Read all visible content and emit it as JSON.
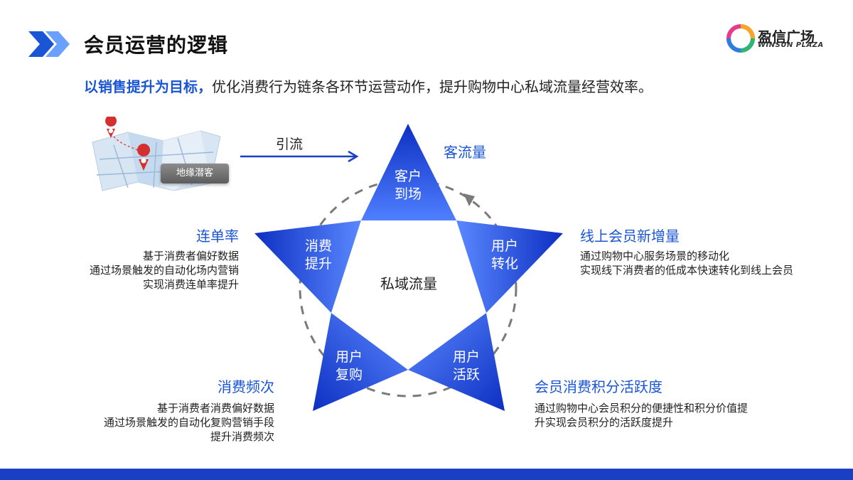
{
  "header": {
    "title": "会员运营的逻辑",
    "subtitle_highlight": "以销售提升为目标，",
    "subtitle_rest": "优化消费行为链条各环节运营动作，提升购物中心私域流量经营效率。"
  },
  "logo": {
    "name": "盈信广场",
    "sub": "WINSUN PLAZA"
  },
  "map": {
    "tag": "地缘潜客"
  },
  "arrow": {
    "label": "引流"
  },
  "center": {
    "label": "私域流量"
  },
  "nodes": {
    "top": {
      "line1": "客户",
      "line2": "到场"
    },
    "right": {
      "line1": "用户",
      "line2": "转化"
    },
    "bottom_right": {
      "line1": "用户",
      "line2": "活跃"
    },
    "bottom_left": {
      "line1": "用户",
      "line2": "复购"
    },
    "left": {
      "line1": "消费",
      "line2": "提升"
    }
  },
  "metrics": {
    "traffic": {
      "title": "客流量"
    },
    "online_members": {
      "title": "线上会员新增量",
      "lines": [
        "通过购物中心服务场景的移动化",
        "实现线下消费者的低成本快速转化到线上会员"
      ]
    },
    "activity": {
      "title": "会员消费积分活跃度",
      "lines": [
        "通过购物中心会员积分的便捷性和积分价值提",
        "升实现会员积分的活跃度提升"
      ]
    },
    "frequency": {
      "title": "消费频次",
      "lines": [
        "基于消费者消费偏好数据",
        "通过场景触发的自动化复购营销手段",
        "提升消费频次"
      ]
    },
    "basket": {
      "title": "连单率",
      "lines": [
        "基于消费者偏好数据",
        "通过场景触发的自动化场内营销",
        "实现消费连单率提升"
      ]
    }
  },
  "colors": {
    "accent": "#1a55d6",
    "star_dark": "#0d2fc2",
    "star_light": "#6f9bff",
    "bottom_bar": "#1a3fc4"
  }
}
